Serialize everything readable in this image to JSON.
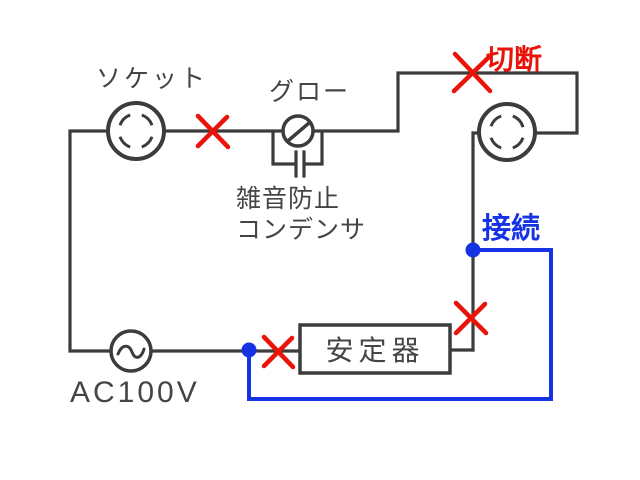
{
  "diagram": {
    "kind": "circuit-schematic",
    "labels": {
      "socket": "ソケット",
      "glow": "グロー",
      "noise_line1": "雑音防止",
      "noise_line2": "コンデンサ",
      "cut": "切断",
      "connect": "接続",
      "ballast": "安定器",
      "power": "AC100V"
    },
    "colors": {
      "wire": "#3c3c3c",
      "text": "#454545",
      "cut_mark": "#ea1309",
      "connection": "#1533e4",
      "background": "#ffffff"
    },
    "symbols": [
      {
        "name": "lamp-socket-left-symbol",
        "label": "ソケット"
      },
      {
        "name": "glow-starter-symbol",
        "label": "グロー"
      },
      {
        "name": "noise-capacitor-symbol",
        "label": "雑音防止コンデンサ"
      },
      {
        "name": "lamp-socket-right-symbol",
        "label": ""
      },
      {
        "name": "ballast-box",
        "label": "安定器"
      },
      {
        "name": "ac-source-symbol",
        "label": "AC100V"
      }
    ],
    "marks": {
      "cut_x_marks": 4,
      "junction_dots": 2,
      "cut_label_attached_to": "top wire x-mark",
      "connect_label_attached_to": "upper junction dot"
    }
  }
}
